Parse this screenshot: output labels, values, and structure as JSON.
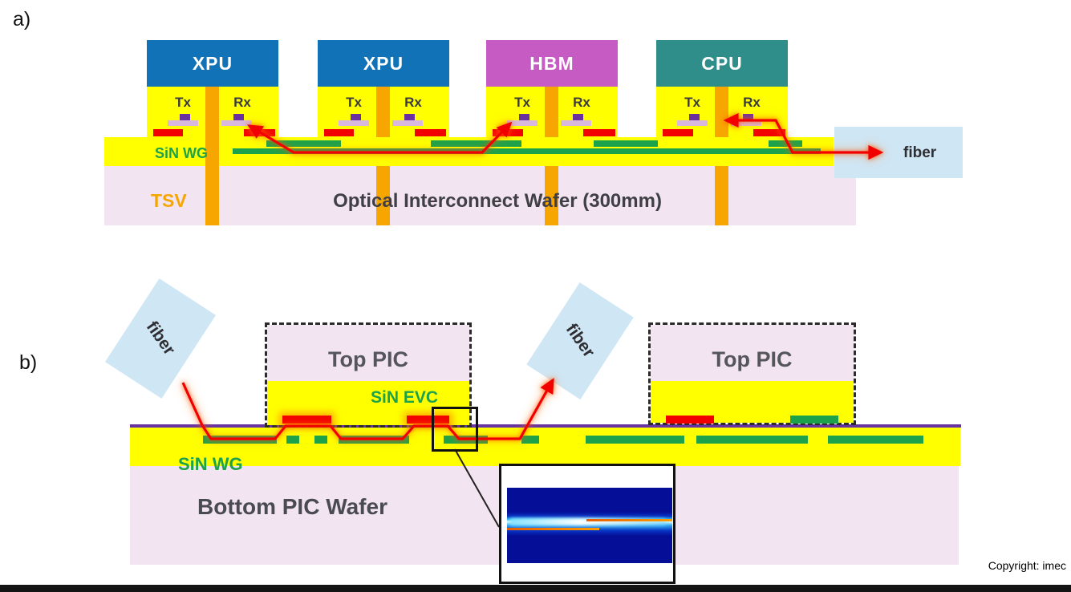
{
  "panel_a": {
    "label": "a)",
    "chips": [
      {
        "name": "XPU",
        "color": "#1172b8"
      },
      {
        "name": "XPU",
        "color": "#1172b8"
      },
      {
        "name": "HBM",
        "color": "#c75bc4"
      },
      {
        "name": "CPU",
        "color": "#2f8d8a"
      }
    ],
    "tx": "Tx",
    "rx": "Rx",
    "sin_wg": "SiN WG",
    "tsv": "TSV",
    "wafer": "Optical Interconnect Wafer (300mm)",
    "fiber": "fiber"
  },
  "panel_b": {
    "label": "b)",
    "top_pic": "Top PIC",
    "sin_evc": "SiN EVC",
    "sin_wg": "SiN WG",
    "wafer": "Bottom PIC Wafer",
    "fiber": "fiber"
  },
  "footer": {
    "copyright": "Copyright: imec"
  },
  "colors": {
    "xpu_blue": "#1172b8",
    "hbm_magenta": "#c75bc4",
    "cpu_teal": "#2f8d8a",
    "chip_yellow": "#ffff00",
    "wafer_pink": "#f2e4f0",
    "tsv_orange": "#f7a600",
    "waveguide_green": "#1ca24a",
    "light_red": "#f20000",
    "bond_purple": "#6733a3",
    "fiber_blue": "#cfe6f4",
    "pad_lavender": "#d8b9dd",
    "pad_purple": "#6a30a0"
  }
}
